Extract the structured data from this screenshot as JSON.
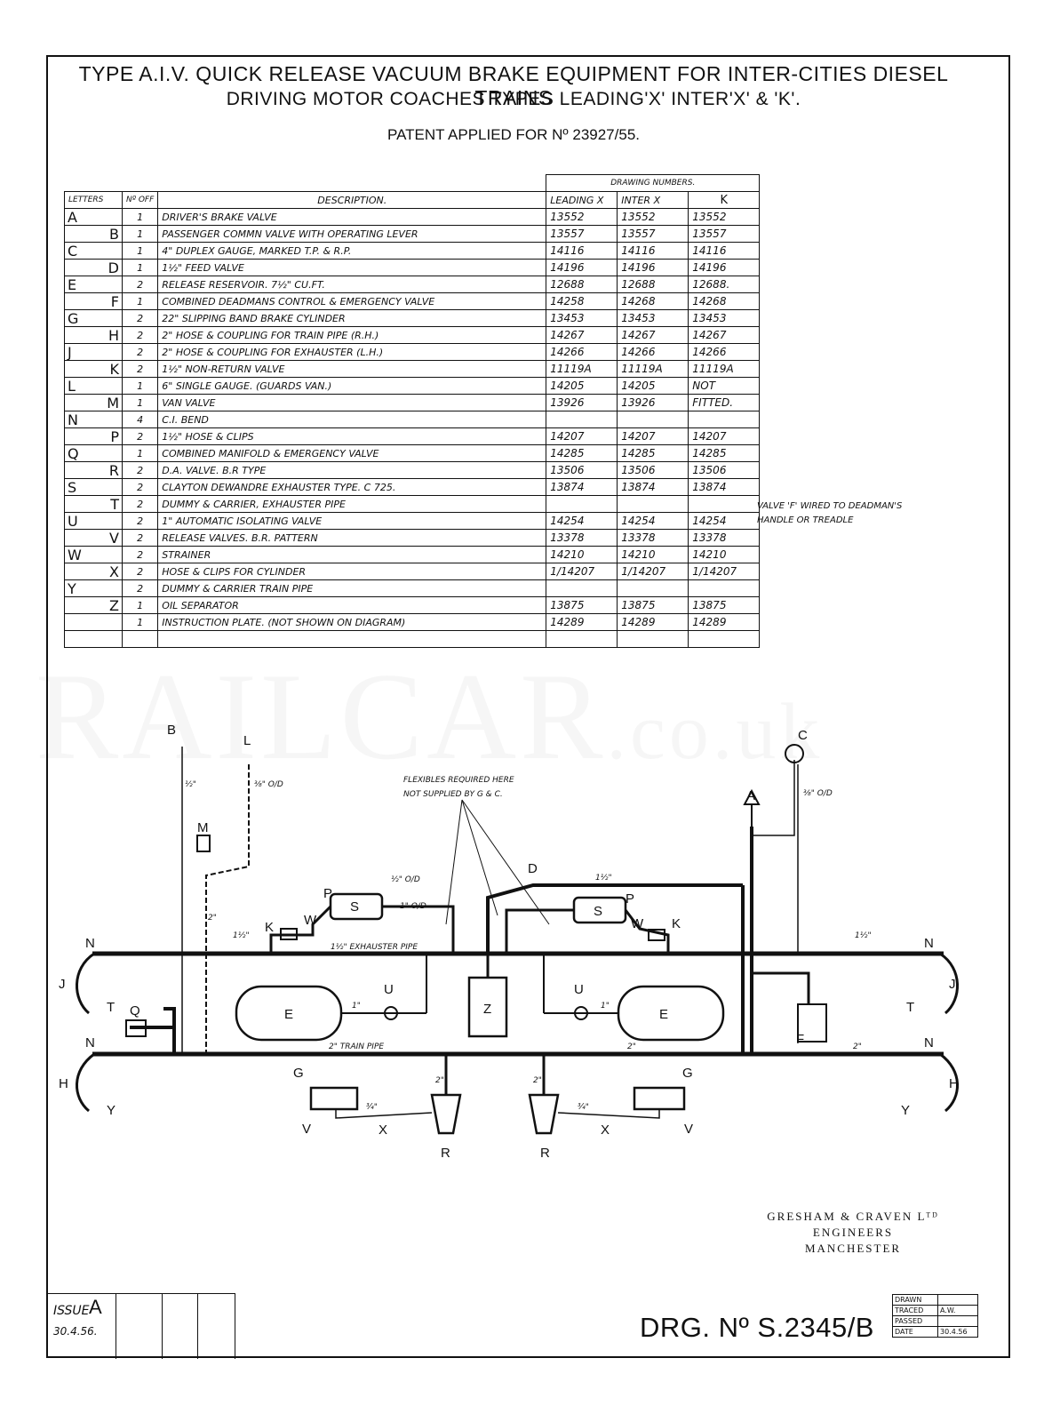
{
  "title": {
    "line1": "TYPE A.I.V. QUICK RELEASE VACUUM BRAKE EQUIPMENT FOR INTER-CITIES DIESEL TRAINS",
    "line2": "DRIVING MOTOR COACHES TYPES LEADING'X' INTER'X' & 'K'.",
    "patent": "PATENT APPLIED FOR Nº 23927/55."
  },
  "table": {
    "group_header": "DRAWING NUMBERS.",
    "headers": {
      "letters": "LETTERS",
      "no_off": "Nº OFF",
      "description": "DESCRIPTION.",
      "leading": "LEADING X",
      "inter": "INTER X",
      "k": "K"
    },
    "rows": [
      {
        "letter": "A",
        "align": "left",
        "no": "1",
        "desc": "DRIVER'S BRAKE VALVE",
        "leading": "13552",
        "inter": "13552",
        "k": "13552"
      },
      {
        "letter": "B",
        "align": "right",
        "no": "1",
        "desc": "PASSENGER COMMN VALVE WITH OPERATING LEVER",
        "leading": "13557",
        "inter": "13557",
        "k": "13557"
      },
      {
        "letter": "C",
        "align": "left",
        "no": "1",
        "desc": "4\" DUPLEX GAUGE, MARKED T.P. & R.P.",
        "leading": "14116",
        "inter": "14116",
        "k": "14116"
      },
      {
        "letter": "D",
        "align": "right",
        "no": "1",
        "desc": "1½\" FEED VALVE",
        "leading": "14196",
        "inter": "14196",
        "k": "14196"
      },
      {
        "letter": "E",
        "align": "left",
        "no": "2",
        "desc": "RELEASE RESERVOIR. 7½\" CU.FT.",
        "leading": "12688",
        "inter": "12688",
        "k": "12688."
      },
      {
        "letter": "F",
        "align": "right",
        "no": "1",
        "desc": "COMBINED DEADMANS CONTROL & EMERGENCY VALVE",
        "leading": "14258",
        "inter": "14268",
        "k": "14268"
      },
      {
        "letter": "G",
        "align": "left",
        "no": "2",
        "desc": "22\" SLIPPING BAND BRAKE CYLINDER",
        "leading": "13453",
        "inter": "13453",
        "k": "13453"
      },
      {
        "letter": "H",
        "align": "right",
        "no": "2",
        "desc": "2\" HOSE & COUPLING FOR TRAIN PIPE (R.H.)",
        "leading": "14267",
        "inter": "14267",
        "k": "14267"
      },
      {
        "letter": "J",
        "align": "left",
        "no": "2",
        "desc": "2\" HOSE & COUPLING FOR EXHAUSTER (L.H.)",
        "leading": "14266",
        "inter": "14266",
        "k": "14266"
      },
      {
        "letter": "K",
        "align": "right",
        "no": "2",
        "desc": "1½\" NON-RETURN VALVE",
        "leading": "11119A",
        "inter": "11119A",
        "k": "11119A"
      },
      {
        "letter": "L",
        "align": "left",
        "no": "1",
        "desc": "6\" SINGLE GAUGE. (GUARDS VAN.)",
        "leading": "14205",
        "inter": "14205",
        "k": "NOT"
      },
      {
        "letter": "M",
        "align": "right",
        "no": "1",
        "desc": "VAN VALVE",
        "leading": "13926",
        "inter": "13926",
        "k": "FITTED."
      },
      {
        "letter": "N",
        "align": "left",
        "no": "4",
        "desc": "C.I. BEND",
        "leading": "",
        "inter": "",
        "k": ""
      },
      {
        "letter": "P",
        "align": "right",
        "no": "2",
        "desc": "1½\" HOSE & CLIPS",
        "leading": "14207",
        "inter": "14207",
        "k": "14207"
      },
      {
        "letter": "Q",
        "align": "left",
        "no": "1",
        "desc": "COMBINED MANIFOLD & EMERGENCY VALVE",
        "leading": "14285",
        "inter": "14285",
        "k": "14285"
      },
      {
        "letter": "R",
        "align": "right",
        "no": "2",
        "desc": "D.A. VALVE. B.R TYPE",
        "leading": "13506",
        "inter": "13506",
        "k": "13506"
      },
      {
        "letter": "S",
        "align": "left",
        "no": "2",
        "desc": "CLAYTON DEWANDRE EXHAUSTER TYPE. C 725.",
        "leading": "13874",
        "inter": "13874",
        "k": "13874"
      },
      {
        "letter": "T",
        "align": "right",
        "no": "2",
        "desc": "DUMMY & CARRIER, EXHAUSTER PIPE",
        "leading": "",
        "inter": "",
        "k": ""
      },
      {
        "letter": "U",
        "align": "left",
        "no": "2",
        "desc": "1\" AUTOMATIC ISOLATING VALVE",
        "leading": "14254",
        "inter": "14254",
        "k": "14254"
      },
      {
        "letter": "V",
        "align": "right",
        "no": "2",
        "desc": "RELEASE VALVES. B.R. PATTERN",
        "leading": "13378",
        "inter": "13378",
        "k": "13378"
      },
      {
        "letter": "W",
        "align": "left",
        "no": "2",
        "desc": "STRAINER",
        "leading": "14210",
        "inter": "14210",
        "k": "14210"
      },
      {
        "letter": "X",
        "align": "right",
        "no": "2",
        "desc": "HOSE & CLIPS FOR CYLINDER",
        "leading": "1/14207",
        "inter": "1/14207",
        "k": "1/14207"
      },
      {
        "letter": "Y",
        "align": "left",
        "no": "2",
        "desc": "DUMMY & CARRIER TRAIN PIPE",
        "leading": "",
        "inter": "",
        "k": ""
      },
      {
        "letter": "Z",
        "align": "right",
        "no": "1",
        "desc": "OIL SEPARATOR",
        "leading": "13875",
        "inter": "13875",
        "k": "13875"
      },
      {
        "letter": "",
        "align": "left",
        "no": "1",
        "desc": "INSTRUCTION PLATE. (NOT SHOWN ON DIAGRAM)",
        "leading": "14289",
        "inter": "14289",
        "k": "14289"
      }
    ]
  },
  "note": {
    "line1": "VALVE 'F' WIRED TO DEADMAN'S",
    "line2": "HANDLE OR TREADLE"
  },
  "watermark": {
    "main": "RAILCAR",
    "suffix": ".co.uk"
  },
  "diagram": {
    "labels": {
      "A": "A",
      "B": "B",
      "C": "C",
      "D": "D",
      "E": "E",
      "F": "F",
      "G": "G",
      "H": "H",
      "J": "J",
      "K": "K",
      "L": "L",
      "M": "M",
      "N": "N",
      "P": "P",
      "Q": "Q",
      "R": "R",
      "S": "S",
      "T": "T",
      "U": "U",
      "V": "V",
      "W": "W",
      "X": "X",
      "Y": "Y",
      "Z": "Z"
    },
    "flex_note": {
      "line1": "FLEXIBLES REQUIRED HERE",
      "line2": "NOT SUPPLIED BY G & C."
    },
    "exhauster_pipe": "1½\" EXHAUSTER PIPE",
    "train_pipe": "2\" TRAIN PIPE",
    "sizes": {
      "half": "½\"",
      "three_eighth_od": "⅜\" O/D",
      "two": "2\"",
      "one": "1\"",
      "one_half": "1½\"",
      "half_od": "½\" O/D",
      "one_od": "1\" O/D",
      "three_quarter": "¾\""
    }
  },
  "company": {
    "line1": "GRESHAM & CRAVEN Lᵀᴰ",
    "line2": "ENGINEERS",
    "line3": "MANCHESTER"
  },
  "issue": {
    "label": "ISSUE",
    "letter": "A",
    "date": "30.4.56."
  },
  "drawing_number": "DRG. Nº S.2345/B",
  "signoff": [
    {
      "label": "DRAWN",
      "value": ""
    },
    {
      "label": "TRACED",
      "value": "A.W."
    },
    {
      "label": "PASSED",
      "value": ""
    },
    {
      "label": "DATE",
      "value": "30.4.56"
    }
  ]
}
